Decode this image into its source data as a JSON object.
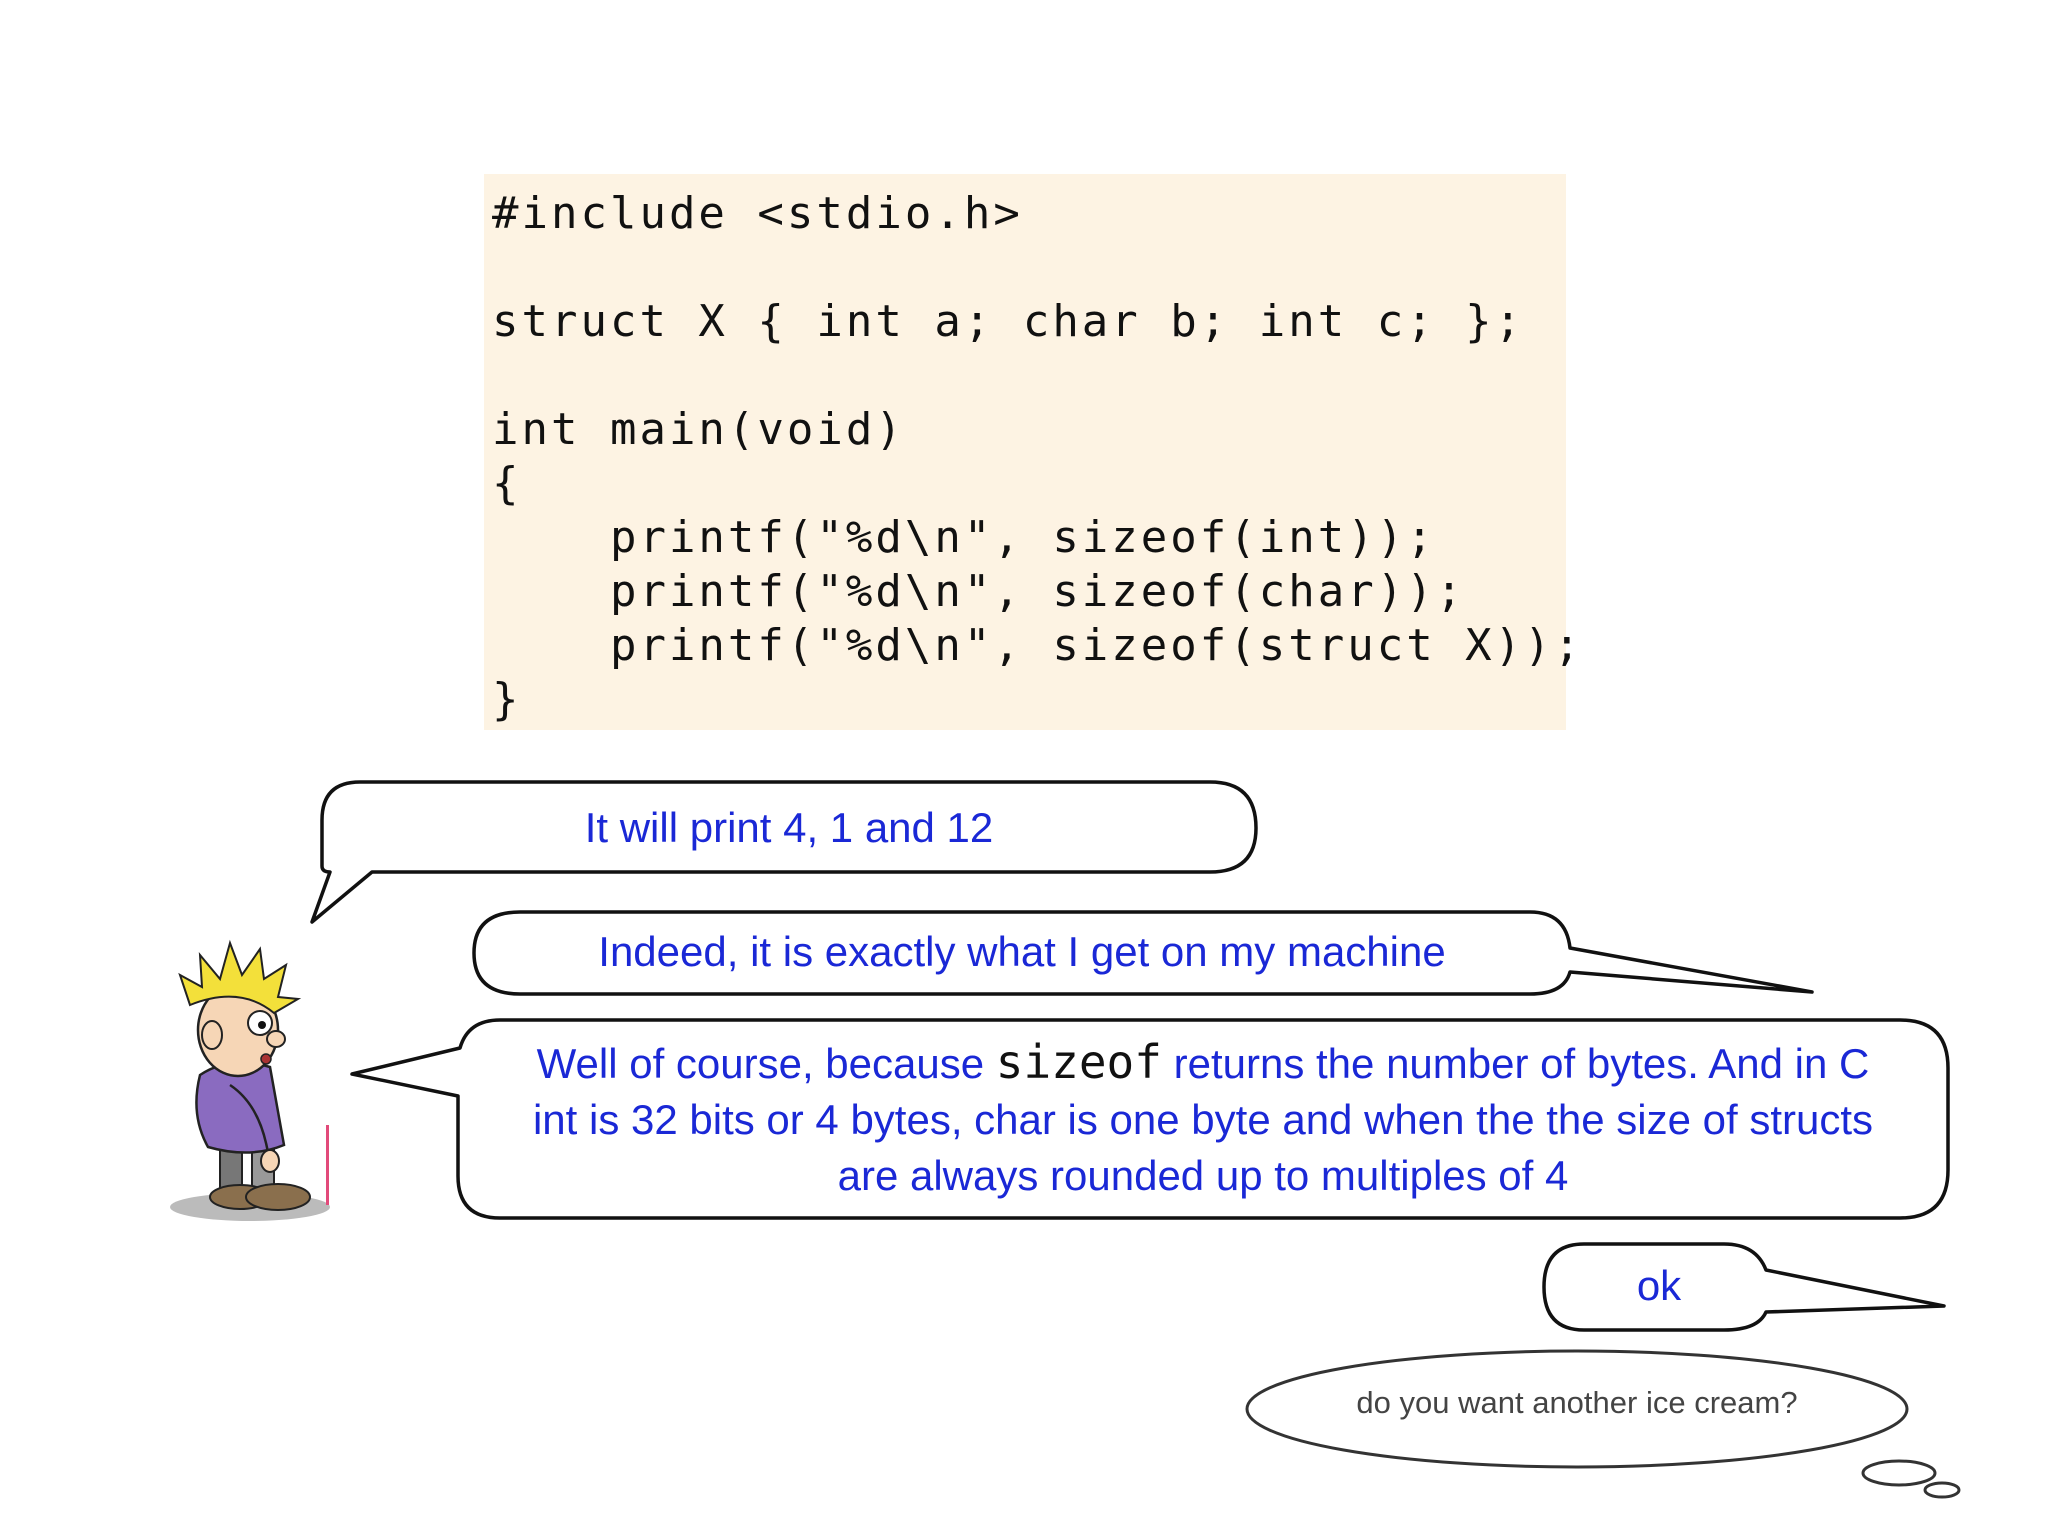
{
  "code": {
    "line1": "#include <stdio.h>",
    "line2": "struct X { int a; char b; int c; };",
    "line3": "int main(void)",
    "line4": "{",
    "line5": "    printf(\"%d\\n\", sizeof(int));",
    "line6": "    printf(\"%d\\n\", sizeof(char));",
    "line7": "    printf(\"%d\\n\", sizeof(struct X));",
    "line8": "}"
  },
  "dialogue": {
    "bubble1": "It will print 4, 1 and 12",
    "bubble2": "Indeed, it is exactly what I get on my machine",
    "bubble3_part1": "Well of course, because ",
    "bubble3_code": "sizeof",
    "bubble3_part2": " returns the number of bytes. And in C",
    "bubble3_line2": "int is 32 bits or 4 bytes, char is one byte and when the the size of structs",
    "bubble3_line3": "are always rounded up to multiples of 4",
    "bubble4": "ok",
    "thought": "do you want another ice cream?"
  },
  "colors": {
    "speech_text": "#1a28d6",
    "code_background": "#fdf3e3"
  }
}
